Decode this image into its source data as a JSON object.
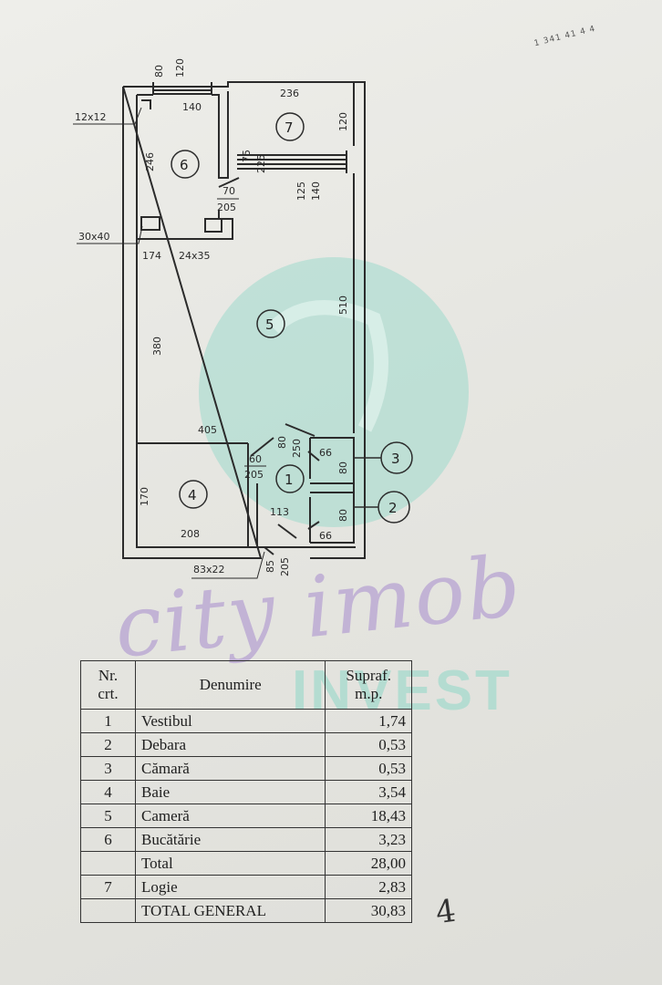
{
  "plan": {
    "rooms": [
      {
        "number": "1",
        "name_ref": "Vestibul"
      },
      {
        "number": "2",
        "name_ref": "Debara"
      },
      {
        "number": "3",
        "name_ref": "Cămară"
      },
      {
        "number": "4",
        "name_ref": "Baie"
      },
      {
        "number": "5",
        "name_ref": "Cameră"
      },
      {
        "number": "6",
        "name_ref": "Bucătărie"
      },
      {
        "number": "7",
        "name_ref": "Logie"
      }
    ],
    "dims": {
      "d80": "80",
      "d120a": "120",
      "d12x12": "12x12",
      "d140": "140",
      "d236": "236",
      "d120b": "120",
      "d246": "246",
      "d75_225": "75",
      "d225": "225",
      "d125": "125",
      "d140b": "140",
      "d70": "70",
      "d205a": "205",
      "d30x40": "30x40",
      "d174": "174",
      "d24x35": "24x35",
      "d510": "510",
      "d380": "380",
      "d405": "405",
      "d80b": "80",
      "d250": "250",
      "d60": "60",
      "d205b": "205",
      "d66a": "66",
      "d80c": "80",
      "d170": "170",
      "d113": "113",
      "d80d": "80",
      "d208": "208",
      "d66b": "66",
      "d85": "85",
      "d205c": "205",
      "d83x22": "83x22"
    }
  },
  "watermark": {
    "brand": "city imob",
    "sub": "INVEST"
  },
  "table": {
    "headers": {
      "nr": "Nr.",
      "crt": "crt.",
      "name": "Denumire",
      "area": "Supraf.",
      "unit": "m.p."
    },
    "rows": [
      {
        "nr": "1",
        "name": "Vestibul",
        "area": "1,74"
      },
      {
        "nr": "2",
        "name": "Debara",
        "area": "0,53"
      },
      {
        "nr": "3",
        "name": "Cămară",
        "area": "0,53"
      },
      {
        "nr": "4",
        "name": "Baie",
        "area": "3,54"
      },
      {
        "nr": "5",
        "name": "Cameră",
        "area": "18,43"
      },
      {
        "nr": "6",
        "name": "Bucătărie",
        "area": "3,23"
      },
      {
        "nr": "",
        "name": "Total",
        "area": "28,00"
      },
      {
        "nr": "7",
        "name": "Logie",
        "area": "2,83"
      },
      {
        "nr": "",
        "name": "TOTAL GENERAL",
        "area": "30,83"
      }
    ]
  },
  "page_number": "4",
  "margin_note": "1 341 41 4 4"
}
